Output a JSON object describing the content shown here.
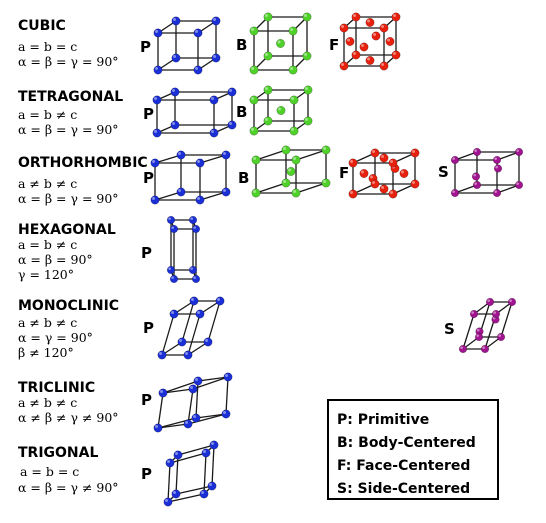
{
  "colors": {
    "primitive": "#1b2fd6",
    "body_centered": "#4fd12a",
    "face_centered": "#e8210e",
    "side_centered": "#a0148f"
  },
  "systems": [
    {
      "id": "cubic",
      "name": "CUBIC",
      "relations": [
        "a = b = c",
        "α = β = γ = 90°"
      ]
    },
    {
      "id": "tetragonal",
      "name": "TETRAGONAL",
      "relations": [
        "a = b ≠ c",
        "α = β = γ = 90°"
      ]
    },
    {
      "id": "orthorhombic",
      "name": "ORTHORHOMBIC",
      "relations": [
        "a ≠ b ≠ c",
        "α = β = γ = 90°"
      ]
    },
    {
      "id": "hexagonal",
      "name": "HEXAGONAL",
      "relations": [
        "a = b ≠ c",
        "α = β = 90°",
        "γ = 120°"
      ]
    },
    {
      "id": "monoclinic",
      "name": "MONOCLINIC",
      "relations": [
        "a ≠ b ≠ c",
        "α = γ = 90°",
        "β ≠ 120°"
      ]
    },
    {
      "id": "triclinic",
      "name": "TRICLINIC",
      "relations": [
        "a ≠ b ≠ c",
        "α ≠ β ≠ γ ≠ 90°"
      ]
    },
    {
      "id": "trigonal",
      "name": "TRIGONAL",
      "relations": [
        "a = b = c",
        "α = β = γ ≠ 90°"
      ]
    }
  ],
  "lattice_labels": {
    "P": "P",
    "B": "B",
    "F": "F",
    "S": "S"
  },
  "legend": [
    {
      "key": "P",
      "text": "P: Primitive"
    },
    {
      "key": "B",
      "text": "B: Body-Centered"
    },
    {
      "key": "F",
      "text": "F: Face-Centered"
    },
    {
      "key": "S",
      "text": "S: Side-Centered"
    }
  ]
}
